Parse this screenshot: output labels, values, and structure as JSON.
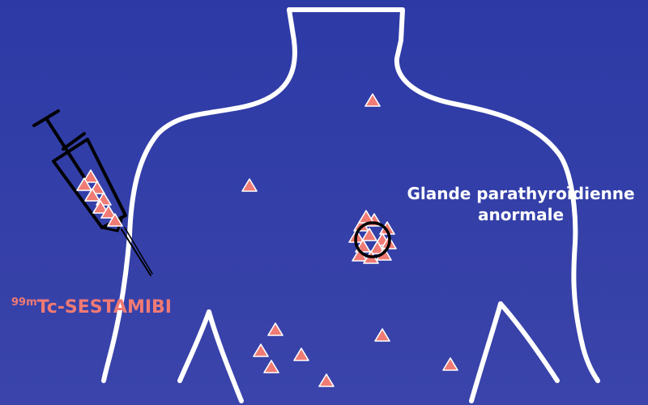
{
  "labels": {
    "gland_line1": "Glande parathyroïdienne",
    "gland_line2": "anormale",
    "tracer_sup": "99m",
    "tracer_name": "Tc-SESTAMIBI"
  },
  "colors": {
    "background": "#2f3ba7",
    "outline": "#ffffff",
    "tracer": "#f07a74",
    "syringe": "#000000"
  },
  "icons": [
    "syringe-icon",
    "radiotracer-triangle-icon",
    "gland-circle-icon"
  ]
}
